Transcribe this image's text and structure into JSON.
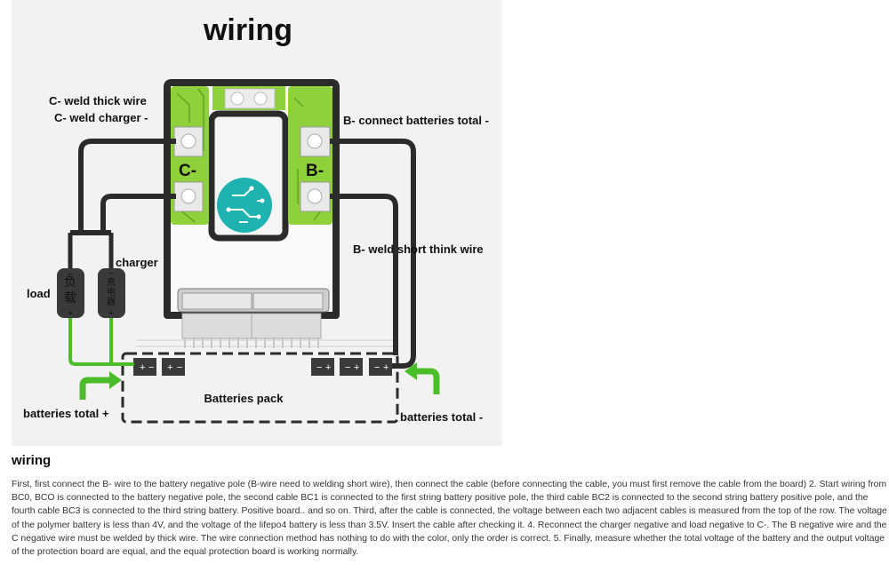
{
  "diagram": {
    "title": "wiring",
    "labels": {
      "c_weld_thick": "C- weld thick wire",
      "c_weld_charger": "C- weld charger -",
      "b_connect_total": "B- connect batteries total -",
      "b_weld_short": "B- weld short think wire",
      "charger": "charger",
      "load": "load",
      "batteries_total_plus": "batteries total +",
      "batteries_pack": "Batteries pack",
      "batteries_total_minus": "batteries total -",
      "pad_c": "C-",
      "pad_b": "B-",
      "load_cn_1": "负",
      "load_cn_2": "载",
      "charger_cn_1": "充",
      "charger_cn_2": "电",
      "charger_cn_3": "器",
      "minus": "−",
      "plus": "+"
    },
    "colors": {
      "pcb_green": "#8fd13a",
      "wire_dark": "#2b2b2b",
      "wire_green": "#4cbd2a",
      "logo_teal": "#1eb3b0",
      "background": "#f2f2f2"
    }
  },
  "description": {
    "heading": "wiring",
    "body": "First, first connect the B- wire to the battery negative pole (B-wire need to welding short wire), then connect the cable (before connecting the cable, you must first remove the cable from the board) 2. Start wiring from BC0, BCO is connected to the battery negative pole, the second cable BC1 is connected to the first string battery positive pole, the third cable BC2 is connected to the second string battery positive pole, and the fourth cable BC3 is connected to the third string battery. Positive board.. and so on. Third, after the cable is connected, the voltage between each two adjacent cables is measured from the top of the row. The voltage of the polymer battery is less than 4V, and the voltage of the lifepo4 battery is less than 3.5V. Insert the cable after checking it. 4. Reconnect the charger negative and load negative to C-. The B negative wire and the C negative wire must be welded by thick wire. The wire connection method has nothing to do with the color, only the order is correct. 5. Finally, measure whether the total voltage of the battery and the output voltage of the protection board are equal, and the equal protection board is working normally."
  }
}
